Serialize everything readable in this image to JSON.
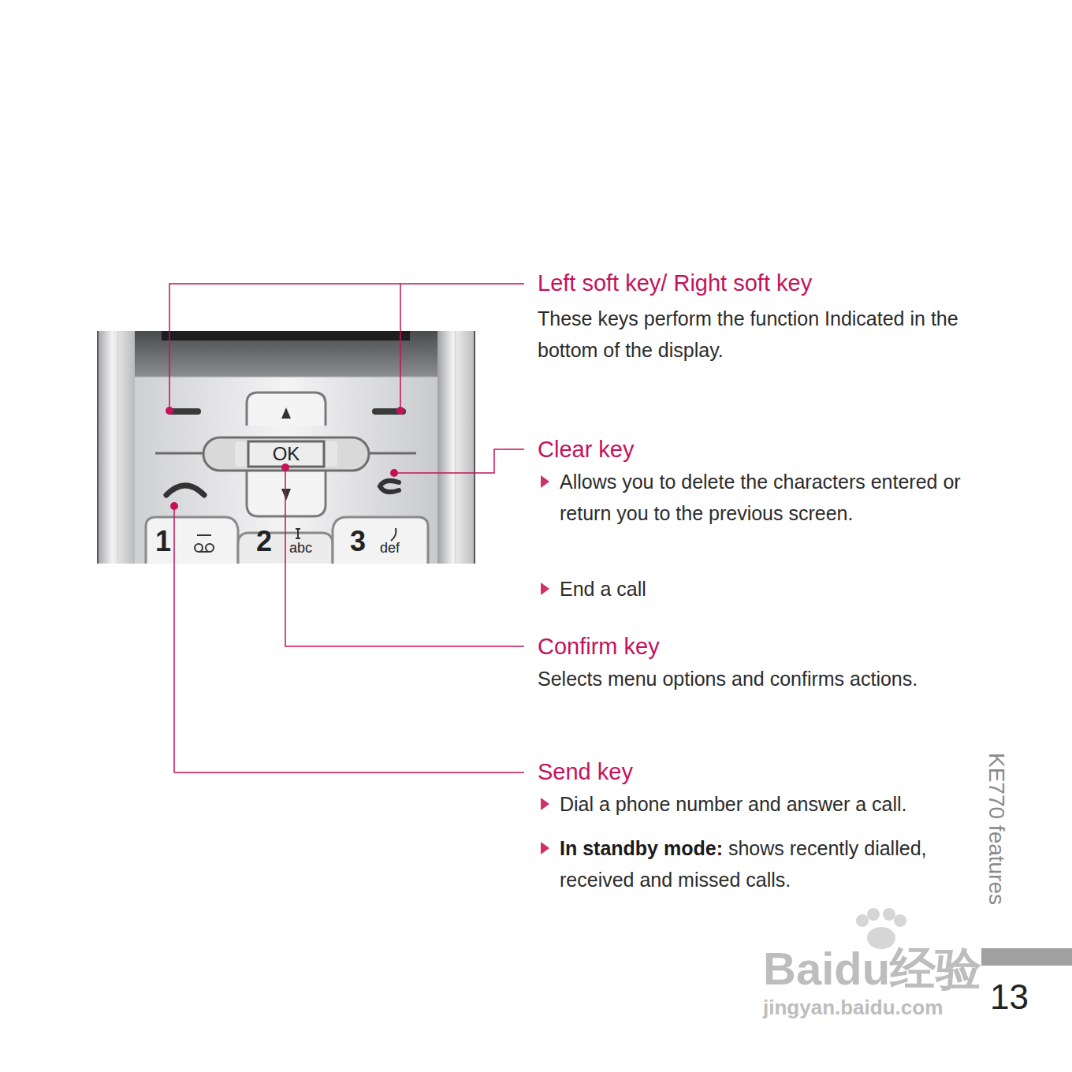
{
  "diagram": {
    "labels": [
      "Left soft key/ Right soft key",
      "These keys perform the function Indicated in the bottom of the display.",
      "Clear key",
      "Allows you to delete the characters entered or return you to the previous screen.",
      "End a call",
      "Confirm key",
      "Selects menu options and confirms actions.",
      "Send key",
      "Dial a phone number and answer a call.",
      "In standby mode:",
      "shows recently dialled, received and missed calls.",
      "OK",
      "1",
      "2",
      "abc",
      "3",
      "def",
      "KE770 features",
      "13",
      "Baidu经验",
      "jingyan.baidu.com"
    ]
  }
}
